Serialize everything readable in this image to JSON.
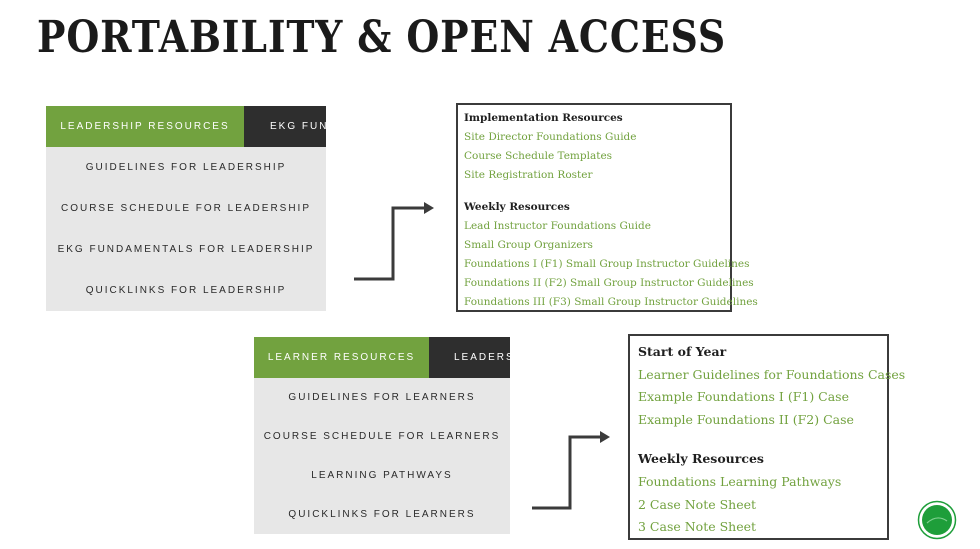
{
  "slide": {
    "title": "PORTABILITY & OPEN ACCESS"
  },
  "leadership_menu": {
    "active_tab": "LEADERSHIP RESOURCES",
    "next_tab": "EKG FUNDAMENTALS",
    "items": [
      "GUIDELINES FOR LEADERSHIP",
      "COURSE SCHEDULE FOR LEADERSHIP",
      "EKG FUNDAMENTALS FOR LEADERSHIP",
      "QUICKLINKS FOR LEADERSHIP"
    ]
  },
  "leadership_box": {
    "section1_heading": "Implementation Resources",
    "section1_links": [
      "Site Director Foundations Guide",
      "Course Schedule Templates",
      "Site Registration Roster"
    ],
    "section2_heading": "Weekly Resources",
    "section2_links": [
      "Lead Instructor Foundations Guide",
      "Small Group Organizers",
      "Foundations I (F1) Small Group Instructor Guidelines",
      "Foundations II (F2) Small Group Instructor Guidelines",
      "Foundations III (F3) Small Group Instructor Guidelines"
    ]
  },
  "learner_menu": {
    "active_tab": "LEARNER RESOURCES",
    "next_tab": "LEADERSHIP",
    "items": [
      "GUIDELINES FOR LEARNERS",
      "COURSE SCHEDULE FOR LEARNERS",
      "LEARNING PATHWAYS",
      "QUICKLINKS FOR LEARNERS"
    ]
  },
  "learner_box": {
    "section1_heading": "Start of Year",
    "section1_links": [
      "Learner Guidelines for Foundations Cases",
      "Example Foundations I (F1) Case",
      "Example Foundations II (F2) Case"
    ],
    "section2_heading": "Weekly Resources",
    "section2_links": [
      "Foundations Learning Pathways",
      "2 Case Note Sheet",
      "3 Case Note Sheet"
    ]
  },
  "colors": {
    "accent": "#72a23f",
    "dark_tab": "#2e2e2e",
    "menu_bg": "#e7e7e7",
    "logo_green": "#1e9e3a"
  },
  "icons": {
    "arrow": "arrow-right-icon",
    "logo": "green-circle-logo-icon"
  }
}
